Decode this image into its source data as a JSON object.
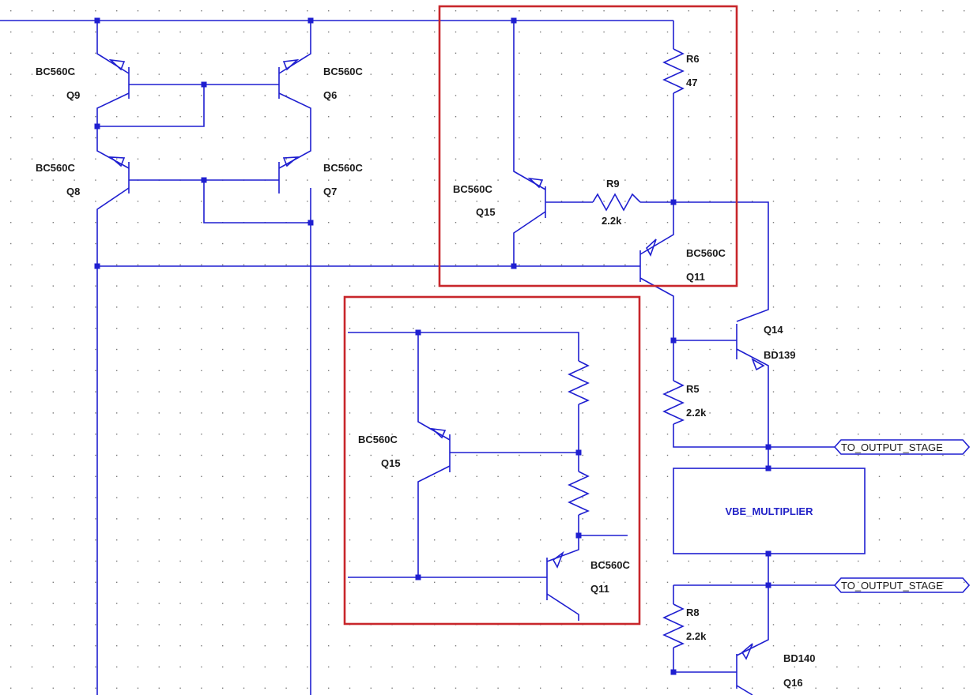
{
  "transistors": [
    {
      "ref": "Q9",
      "part": "BC560C"
    },
    {
      "ref": "Q6",
      "part": "BC560C"
    },
    {
      "ref": "Q8",
      "part": "BC560C"
    },
    {
      "ref": "Q7",
      "part": "BC560C"
    },
    {
      "ref": "Q15",
      "part": "BC560C"
    },
    {
      "ref": "Q11",
      "part": "BC560C"
    },
    {
      "ref": "Q14",
      "part": "BD139"
    },
    {
      "ref": "Q16",
      "part": "BD140"
    }
  ],
  "resistors": [
    {
      "ref": "R6",
      "value": "47"
    },
    {
      "ref": "R9",
      "value": "2.2k"
    },
    {
      "ref": "R5",
      "value": "2.2k"
    },
    {
      "ref": "R8",
      "value": "2.2k"
    }
  ],
  "inset": {
    "q15": {
      "ref": "Q15",
      "part": "BC560C"
    },
    "q11": {
      "ref": "Q11",
      "part": "BC560C"
    }
  },
  "block": {
    "label": "VBE_MULTIPLIER"
  },
  "net_labels": [
    "TO_OUTPUT_STAGE",
    "TO_OUTPUT_STAGE"
  ],
  "colors": {
    "wire": "#1f1fd0",
    "highlight": "#c8262b",
    "grid_dot": "#7a7a7a"
  }
}
